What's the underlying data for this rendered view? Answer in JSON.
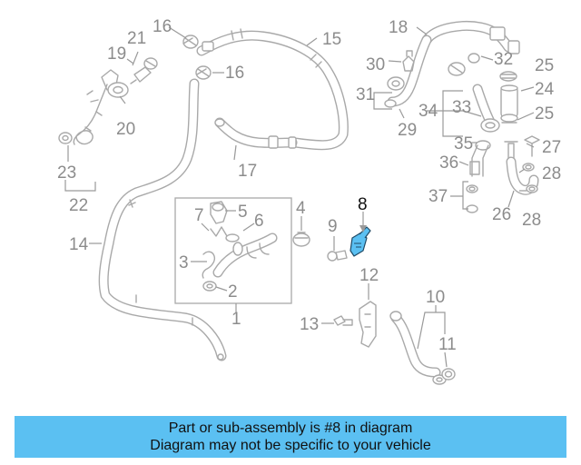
{
  "diagram": {
    "callouts": {
      "c1": "1",
      "c2": "2",
      "c3": "3",
      "c4": "4",
      "c5": "5",
      "c6": "6",
      "c7": "7",
      "c8": "8",
      "c9": "9",
      "c10": "10",
      "c11": "11",
      "c12": "12",
      "c13": "13",
      "c14": "14",
      "c15": "15",
      "c16a": "16",
      "c16b": "16",
      "c17": "17",
      "c18": "18",
      "c19": "19",
      "c20": "20",
      "c21": "21",
      "c22": "22",
      "c23": "23",
      "c24": "24",
      "c25a": "25",
      "c25b": "25",
      "c26": "26",
      "c27": "27",
      "c28a": "28",
      "c28b": "28",
      "c29": "29",
      "c30": "30",
      "c31": "31",
      "c32": "32",
      "c33": "33",
      "c34": "34",
      "c35": "35",
      "c36": "36",
      "c37": "37"
    },
    "highlighted_part": "8",
    "highlight_color": "#5bc0f2"
  },
  "banner": {
    "line1": "Part or sub-assembly is #8 in diagram",
    "line2": "Diagram may not be specific to your vehicle",
    "background": "#5bc0f2"
  }
}
